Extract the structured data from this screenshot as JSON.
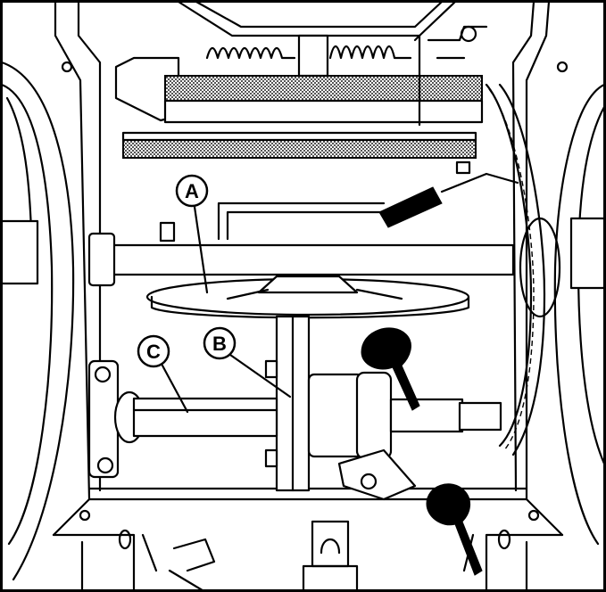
{
  "figure": {
    "callouts": [
      {
        "id": "A",
        "label": "A"
      },
      {
        "id": "B",
        "label": "B"
      },
      {
        "id": "C",
        "label": "C"
      }
    ]
  },
  "colors": {
    "line": "#000000",
    "background": "#ffffff",
    "shade": "#8a8a8a"
  }
}
